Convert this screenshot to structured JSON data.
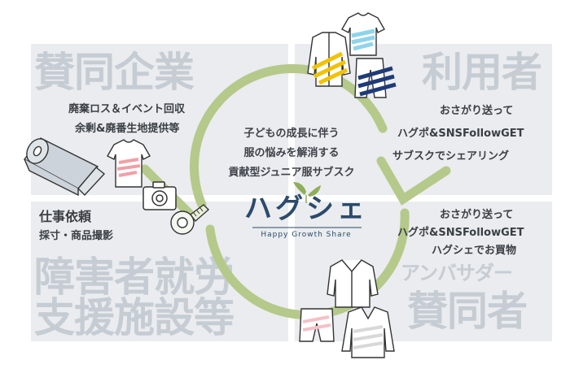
{
  "quadrants": {
    "top_left": {
      "title": "賛同企業",
      "lines": [
        "廃棄ロス＆イベント回収",
        "余剰&廃番生地提供等"
      ]
    },
    "bottom_left": {
      "title_line1": "障害者就労",
      "title_line2": "支援施設等",
      "lines": [
        "仕事依頼",
        "採寸・商品撮影"
      ]
    },
    "top_right": {
      "title": "利用者",
      "lines": [
        "おさがり送って",
        "ハグポ&SNSFollowGET",
        "サブスクでシェアリング"
      ]
    },
    "bottom_right": {
      "subtitle": "アンバサダー",
      "title": "賛同者",
      "lines": [
        "おさがり送って",
        "ハグポ&SNSFollowGET",
        "ハグシェでお買物"
      ]
    }
  },
  "center": {
    "lines": [
      "子どもの成長に伴う",
      "服の悩みを解消する",
      "貢献型ジュニア服サブスク"
    ]
  },
  "logo": {
    "name": "ハグシェ",
    "tagline": "Happy Growth Share"
  },
  "colors": {
    "panel": "#eaecef",
    "big_text": "#c6ccd3",
    "cycle_arrow": "#b5c98a",
    "logo": "#2c4a6b"
  },
  "icons": [
    "fabric-roll-icon",
    "tshirt-icon",
    "camera-icon",
    "tape-measure-icon",
    "jacket-icon",
    "pants-icon",
    "shirt-icon",
    "shorts-icon",
    "sweater-icon",
    "sprout-icon"
  ]
}
